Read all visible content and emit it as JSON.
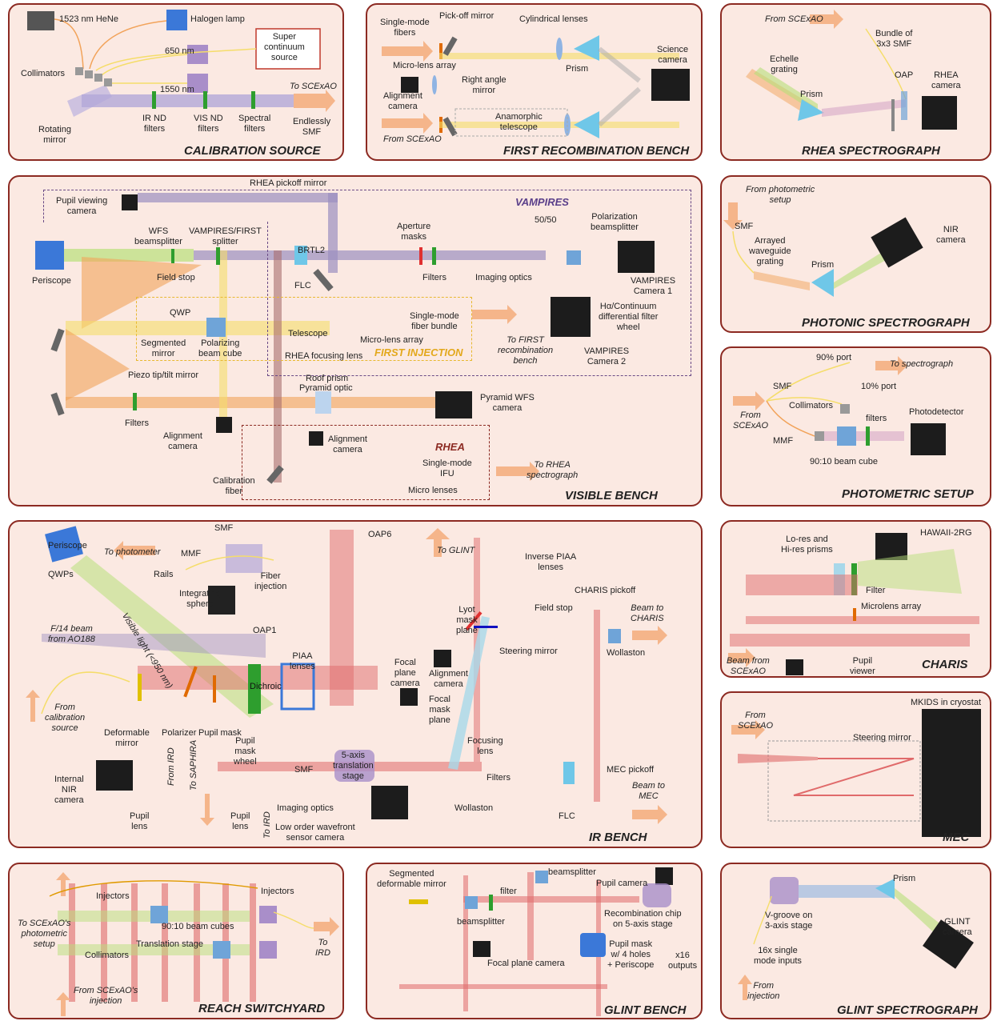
{
  "colors": {
    "panel_fill": "#fbe9e2",
    "panel_border": "#8c2a22",
    "beam_red": "#e06a6a",
    "beam_orange": "#f2a35a",
    "beam_purple": "#9b8fc0",
    "beam_green": "#b8e07a",
    "beam_yellow": "#f5dd6a",
    "camera": "#1c1c1c",
    "mirror": "#6b6b6b"
  },
  "panels": {
    "calibration": {
      "title": "CALIBRATION SOURCE",
      "labels": [
        "1523 nm HeNe",
        "Halogen lamp",
        "Super\ncontinuum\nsource",
        "Collimators",
        "650 nm",
        "1550 nm",
        "To SCExAO",
        "Rotating\nmirror",
        "IR ND\nfilters",
        "VIS ND\nfilters",
        "Spectral\nfilters",
        "Endlessly\nSMF"
      ]
    },
    "first_recomb": {
      "title": "FIRST RECOMBINATION BENCH",
      "labels": [
        "Single-mode\nfibers",
        "Pick-off mirror",
        "Cylindrical lenses",
        "Micro-lens array",
        "Science\ncamera",
        "Prism",
        "Right angle\nmirror",
        "Alignment\ncamera",
        "Anamorphic\ntelescope",
        "From SCExAO"
      ]
    },
    "rhea": {
      "title": "RHEA SPECTROGRAPH",
      "labels": [
        "From SCExAO",
        "Bundle of\n3x3 SMF",
        "Echelle\ngrating",
        "OAP",
        "RHEA\ncamera",
        "Prism"
      ]
    },
    "visible": {
      "title": "VISIBLE BENCH",
      "sub_vampires": "VAMPIRES",
      "sub_first": "FIRST INJECTION",
      "sub_rhea": "RHEA",
      "labels": [
        "RHEA pickoff mirror",
        "Pupil viewing\ncamera",
        "WFS\nbeamsplitter",
        "VAMPIRES/FIRST\nsplitter",
        "BRTL2",
        "Aperture\nmasks",
        "50/50",
        "Polarization\nbeamsplitter",
        "Periscope",
        "Field stop",
        "FLC",
        "Filters",
        "Imaging optics",
        "VAMPIRES\nCamera 1",
        "QWP",
        "Hα/Continuum\ndifferential filter\nwheel",
        "Single-mode\nfiber bundle",
        "Segmented\nmirror",
        "Polarizing\nbeam cube",
        "Telescope",
        "Micro-lens array",
        "To FIRST\nrecombination\nbench",
        "RHEA focusing lens",
        "VAMPIRES\nCamera 2",
        "Piezo tip/tilt mirror",
        "Roof prism",
        "Pyramid optic",
        "Pyramid WFS\ncamera",
        "Filters",
        "Alignment\ncamera",
        "Alignment\ncamera",
        "Single-mode\nIFU",
        "To RHEA\nspectrograph",
        "Calibration\nfiber",
        "Micro lenses"
      ]
    },
    "photonic": {
      "title": "PHOTONIC SPECTROGRAPH",
      "labels": [
        "From photometric\nsetup",
        "SMF",
        "NIR\ncamera",
        "Arrayed\nwaveguide\ngrating",
        "Prism"
      ]
    },
    "photometric": {
      "title": "PHOTOMETRIC SETUP",
      "labels": [
        "90% port",
        "To spectrograph",
        "SMF",
        "10% port",
        "Collimators",
        "filters",
        "Photodetector",
        "From\nSCExAO",
        "MMF",
        "90:10 beam cube"
      ]
    },
    "ir": {
      "title": "IR BENCH",
      "labels": [
        "SMF",
        "Periscope",
        "To photometer",
        "MMF",
        "Rails",
        "QWPs",
        "Fiber\ninjection",
        "OAP6",
        "To GLINT",
        "Inverse PIAA\nlenses",
        "Integrating\nsphere",
        "Visible light (<950 nm)",
        "F/14 beam\nfrom AO188",
        "OAP1",
        "Lyot\nmask\nplane",
        "Field stop",
        "CHARIS pickoff",
        "Beam to\nCHARIS",
        "PIAA\nlenses",
        "Steering mirror",
        "Wollaston",
        "From\ncalibration\nsource",
        "Dichroic",
        "Focal\nplane\ncamera",
        "Alignment\ncamera",
        "Deformable\nmirror",
        "Polarizer",
        "Pupil mask",
        "Focal\nmask\nplane",
        "Pupil\nmask\nwheel",
        "Focusing\nlens",
        "SMF",
        "5-axis\ntranslation\nstage",
        "Internal\nNIR\ncamera",
        "Filters",
        "MEC pickoff",
        "Beam to\nMEC",
        "Imaging optics",
        "Pupil\nlens",
        "Pupil\nlens",
        "Wollaston",
        "FLC",
        "Low order wavefront\nsensor camera",
        "To SAPHIRA",
        "From IRD",
        "To IRD"
      ]
    },
    "charis": {
      "title": "CHARIS",
      "labels": [
        "Lo-res and\nHi-res prisms",
        "HAWAII-2RG",
        "Filter",
        "Microlens array",
        "Beam from\nSCExAO",
        "Pupil\nviewer"
      ]
    },
    "mec": {
      "title": "MEC",
      "labels": [
        "From\nSCExAO",
        "MKIDS in cryostat",
        "Steering mirror"
      ]
    },
    "reach": {
      "title": "REACH SWITCHYARD",
      "labels": [
        "Injectors",
        "Injectors",
        "To SCExAO's\nphotometric\nsetup",
        "90:10 beam cubes",
        "Translation stage",
        "To\nIRD",
        "Collimators",
        "From SCExAO's\ninjection"
      ]
    },
    "glint": {
      "title": "GLINT BENCH",
      "labels": [
        "Segmented\ndeformable mirror",
        "beamsplitter",
        "Pupil camera",
        "filter",
        "Recombination chip\non 5-axis stage",
        "beamsplitter",
        "Focal plane camera",
        "Pupil mask\nw/ 4 holes\n+ Periscope",
        "x16\noutputs"
      ]
    },
    "glint_spec": {
      "title": "GLINT SPECTROGRAPH",
      "labels": [
        "Prism",
        "V-groove on\n3-axis stage",
        "GLINT\ncamera",
        "16x single\nmode inputs",
        "From\ninjection"
      ]
    }
  }
}
